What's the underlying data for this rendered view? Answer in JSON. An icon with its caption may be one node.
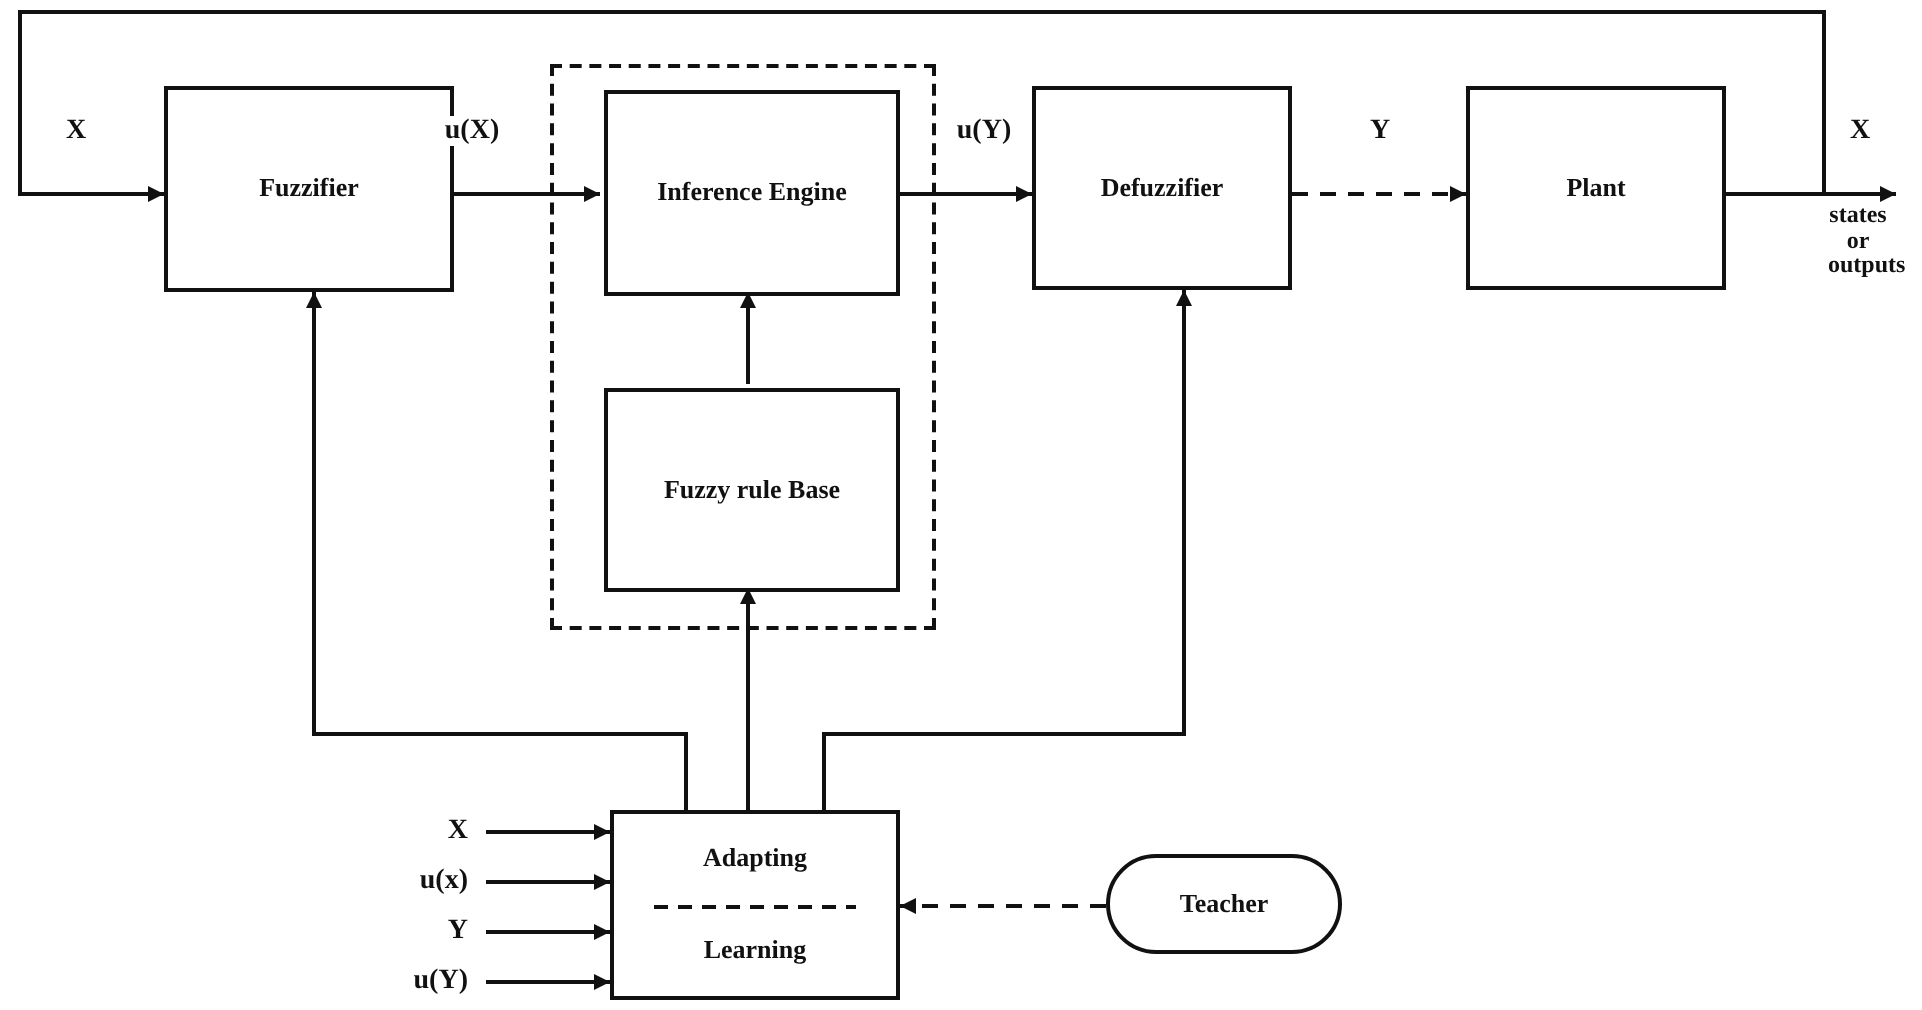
{
  "diagram": {
    "nodes": [
      {
        "text": [
          "Fuzzifier"
        ]
      },
      {
        "text": [],
        "shape": "box"
      },
      {
        "text": [
          "Inference Engine"
        ],
        "in": 1
      },
      {
        "text": [
          "Fuzzy rule Base"
        ],
        "in": 1
      },
      {
        "text": [
          "Defuzzifier"
        ]
      },
      {
        "text": [
          "Plant"
        ]
      },
      {
        "text": [
          "Adapting",
          "Learning"
        ]
      },
      {
        "text": [
          "Teacher"
        ]
      },
      {
        "text": [
          "states or outputs"
        ]
      }
    ],
    "edges": [
      {
        "from": 0,
        "to": 2,
        "arrow": "to",
        "label": "u(X)"
      },
      {
        "from": 2,
        "to": 4,
        "arrow": "to",
        "label": "u(Y)"
      },
      {
        "from": 4,
        "to": 5,
        "arrow": "to",
        "label": "Y",
        "style": "dashed"
      },
      {
        "from": 5,
        "to": 0,
        "arrow": "to",
        "label": "X"
      },
      {
        "from": 5,
        "to": 8,
        "arrow": "to",
        "label": "X"
      },
      {
        "from": 3,
        "to": 2,
        "arrow": "to"
      },
      {
        "from": 6,
        "to": 0,
        "arrow": "to"
      },
      {
        "from": 6,
        "to": 3,
        "arrow": "to"
      },
      {
        "from": 6,
        "to": 4,
        "arrow": "to"
      },
      {
        "from": null,
        "to": 6,
        "arrow": "to",
        "label": "X"
      },
      {
        "from": null,
        "to": 6,
        "arrow": "to",
        "label": "u(x)"
      },
      {
        "from": null,
        "to": 6,
        "arrow": "to",
        "label": "Y"
      },
      {
        "from": null,
        "to": 6,
        "arrow": "to",
        "label": "u(Y)"
      },
      {
        "from": 7,
        "to": 6,
        "arrow": "to",
        "style": "dashed"
      }
    ]
  }
}
